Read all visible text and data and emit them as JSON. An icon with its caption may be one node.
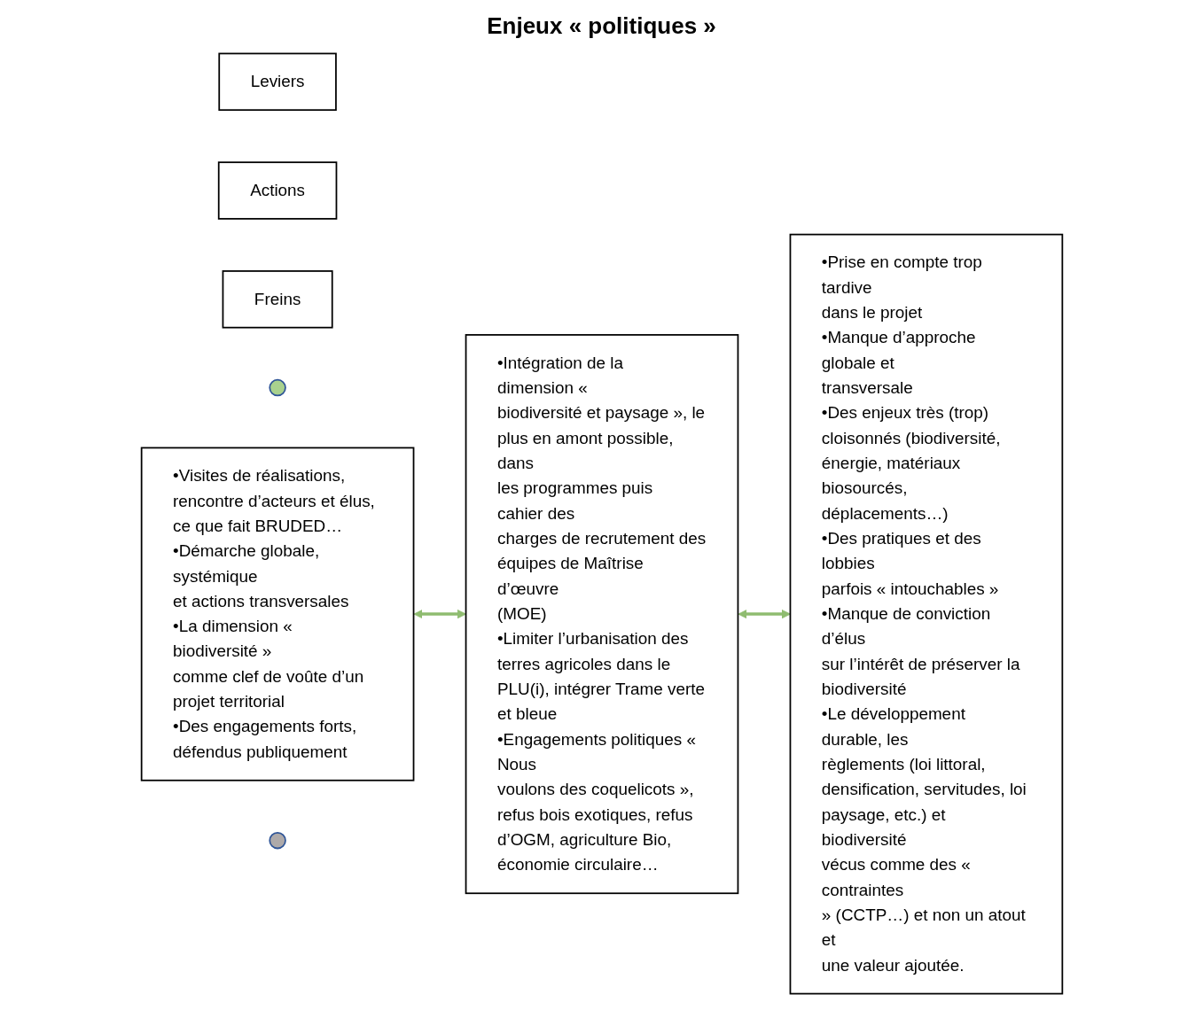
{
  "diagram": {
    "title": "Enjeux « politiques »",
    "nodes": [
      {
        "text": [
          "Leviers"
        ]
      },
      {
        "text": [
          "Actions"
        ]
      },
      {
        "text": [
          "Freins"
        ]
      },
      {
        "text": [],
        "shape": "circle"
      },
      {
        "text": [
          "•Visites de réalisations, rencontre d’acteurs et élus, ce que fait BRUDED…",
          "•Démarche globale, systémique et actions transversales",
          "•La dimension « biodiversité » comme clef de voûte d’un projet territorial",
          "•Des engagements forts, défendus publiquement"
        ]
      },
      {
        "text": [
          "•Intégration de la dimension « biodiversité et paysage », le plus en amont possible, dans les programmes puis cahier des charges de recrutement des équipes de Maîtrise d’œuvre (MOE)",
          "•Limiter l’urbanisation des terres agricoles dans le PLU(i), intégrer Trame verte et bleue",
          "•Engagements politiques « Nous voulons des coquelicots », refus bois exotiques, refus d’OGM, agriculture Bio, économie circulaire…"
        ]
      },
      {
        "text": [],
        "shape": "circle"
      },
      {
        "text": [
          "•Prise en compte trop tardive dans le projet",
          "•Manque d’approche globale et transversale",
          "•Des enjeux très (trop) cloisonnés (biodiversité, énergie, matériaux biosourcés, déplacements…)",
          "•Des pratiques et des lobbies parfois « intouchables »",
          "•Manque de conviction d’élus sur l’intérêt de préserver la biodiversité",
          "•Le développement durable, les règlements (loi littoral, densification, servitudes, loi paysage, etc.) et biodiversité vécus comme des « contraintes » (CCTP…) et non un atout et une valeur ajoutée."
        ]
      }
    ],
    "edges": [
      {
        "from": 4,
        "to": 5,
        "arrow": "both"
      },
      {
        "from": 5,
        "to": 7,
        "arrow": "both"
      }
    ]
  }
}
